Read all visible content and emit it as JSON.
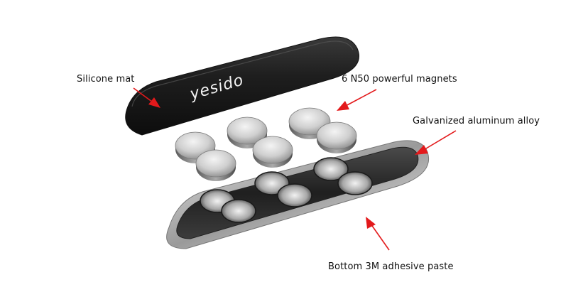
{
  "labels": {
    "silicone_mat": "Silicone mat",
    "magnets": "6 N50 powerful magnets",
    "alloy": "Galvanized aluminum alloy",
    "paste": "Bottom 3M adhesive paste"
  },
  "brand": {
    "logo_text": "yesido"
  },
  "colors": {
    "arrow": "#e3191b",
    "mat": "#1c1c1c",
    "metal_dark": "#2a2a2a",
    "metal_light": "#d8d8d8"
  },
  "icons": {
    "arrow": "red-arrow-icon"
  }
}
